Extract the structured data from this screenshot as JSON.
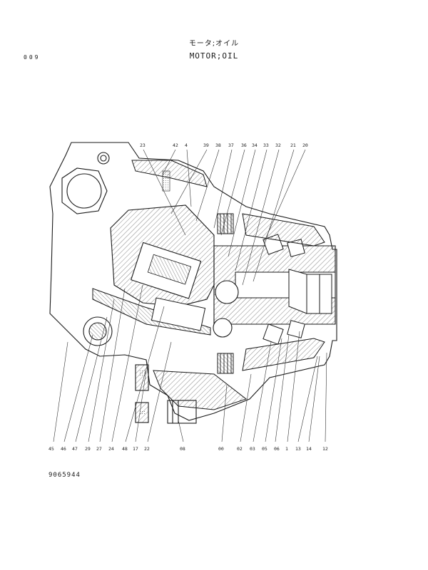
{
  "title_jp": "モータ;オイル",
  "title_en": "MOTOR;OIL",
  "page_number": "009",
  "drawing_number": "9065944",
  "top_callouts": [
    "23",
    "42",
    "4",
    "39",
    "38",
    "37",
    "36",
    "34",
    "33",
    "32",
    "21",
    "20"
  ],
  "bottom_callouts": [
    "45",
    "46",
    "47",
    "29",
    "27",
    "24",
    "48",
    "17",
    "22",
    "08",
    "00",
    "02",
    "03",
    "05",
    "06",
    "1",
    "13",
    "14",
    "12"
  ]
}
